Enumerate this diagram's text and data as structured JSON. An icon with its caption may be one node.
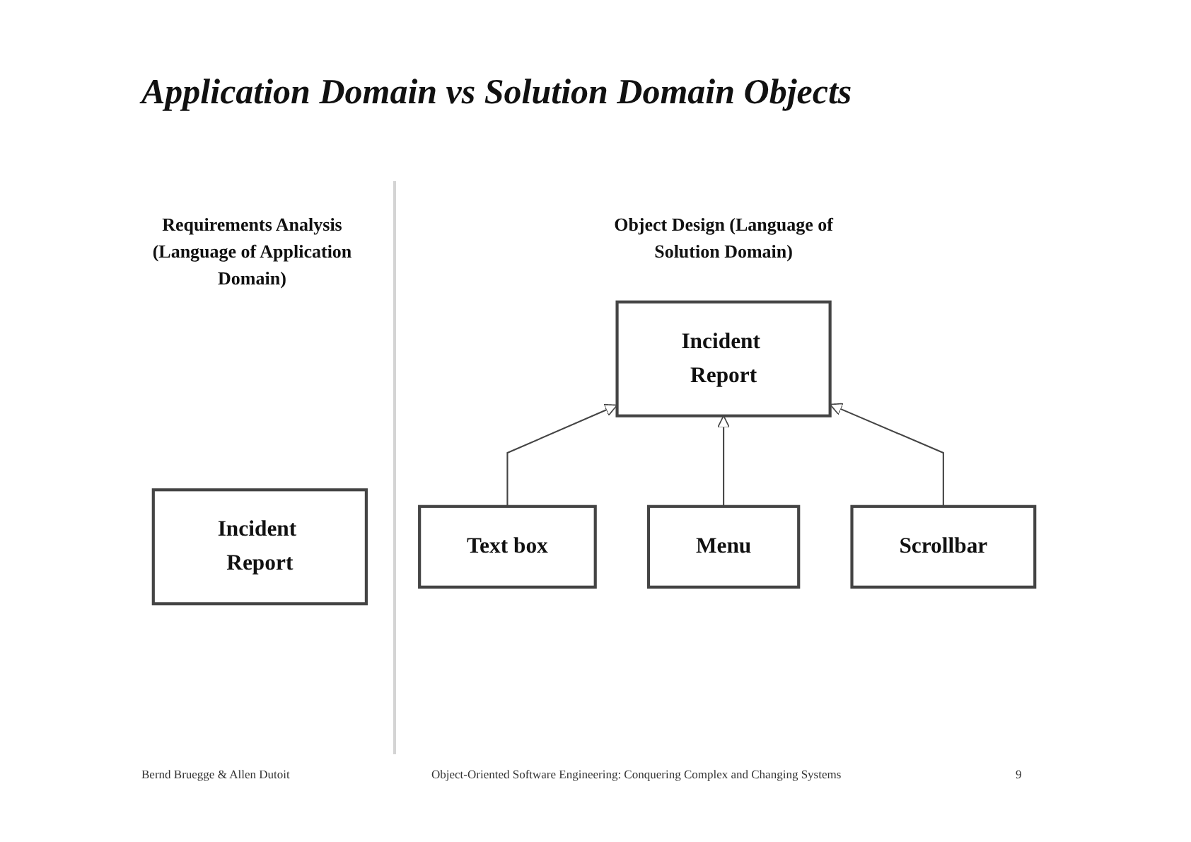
{
  "diagram": {
    "title": "Application Domain vs Solution Domain Objects",
    "nodes": [
      {
        "text": [
          "Incident Report"
        ]
      },
      {
        "text": [
          "Incident Report"
        ]
      },
      {
        "text": [
          "Text box"
        ]
      },
      {
        "text": [
          "Menu"
        ]
      },
      {
        "text": [
          "Scrollbar"
        ]
      }
    ],
    "edges": [
      {
        "from": 2,
        "to": 1,
        "arrow": "to"
      },
      {
        "from": 3,
        "to": 1,
        "arrow": "to"
      },
      {
        "from": 4,
        "to": 1,
        "arrow": "to"
      }
    ],
    "labels": [
      "Requirements Analysis (Language of Application Domain)",
      "Object Design (Language of Solution Domain)",
      "Bernd Bruegge & Allen Dutoit",
      "Object-Oriented Software Engineering: Conquering Complex and Changing Systems",
      "9"
    ]
  }
}
